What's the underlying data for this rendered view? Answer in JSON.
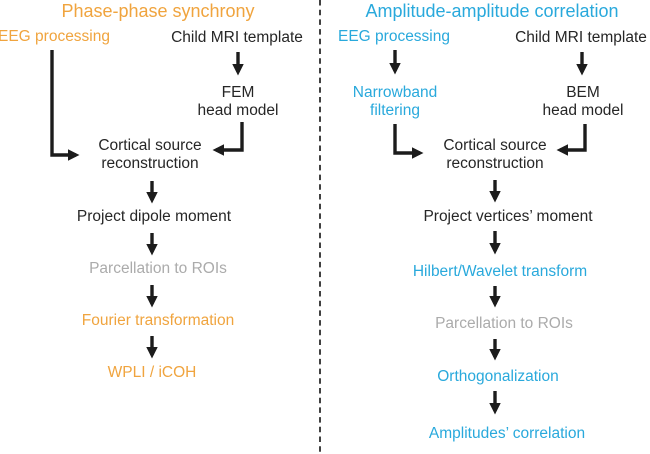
{
  "figure": {
    "type": "flowchart",
    "description_note": "Two EEG connectivity analysis pipelines separated by a dashed divider"
  },
  "colors": {
    "accent_left_orange": "#f0a43e",
    "accent_right_cyan": "#29a9dc",
    "deemphasized_gray": "#ababab",
    "text_black": "#262626",
    "arrow_black": "#1c1c1c",
    "background": "#ffffff"
  },
  "icons": {
    "down-arrow-icon": "solid triangle-headed connector line",
    "elbow-arrow-icon": "L-shaped connector with triangular head",
    "dashed-divider": "vertical dashed line"
  },
  "left": {
    "title": "Phase-phase synchrony",
    "eeg_processing": "EEG processing",
    "child_mri_template": "Child MRI template",
    "fem_line1": "FEM",
    "fem_line2": "head model",
    "cortical_line1": "Cortical source",
    "cortical_line2": "reconstruction",
    "project_dipole": "Project dipole moment",
    "parcellation": "Parcellation to ROIs",
    "fourier": "Fourier transformation",
    "wpli_icoh": "WPLI / iCOH"
  },
  "right": {
    "title": "Amplitude-amplitude correlation",
    "eeg_processing": "EEG processing",
    "narrowband_line1": "Narrowband",
    "narrowband_line2": "filtering",
    "child_mri_template": "Child MRI template",
    "bem_line1": "BEM",
    "bem_line2": "head model",
    "cortical_line1": "Cortical source",
    "cortical_line2": "reconstruction",
    "project_vertices": "Project vertices’ moment",
    "hilbert": "Hilbert/Wavelet transform",
    "parcellation": "Parcellation to ROIs",
    "orthogonalization": "Orthogonalization",
    "amplitudes_correlation": "Amplitudes’ correlation"
  }
}
